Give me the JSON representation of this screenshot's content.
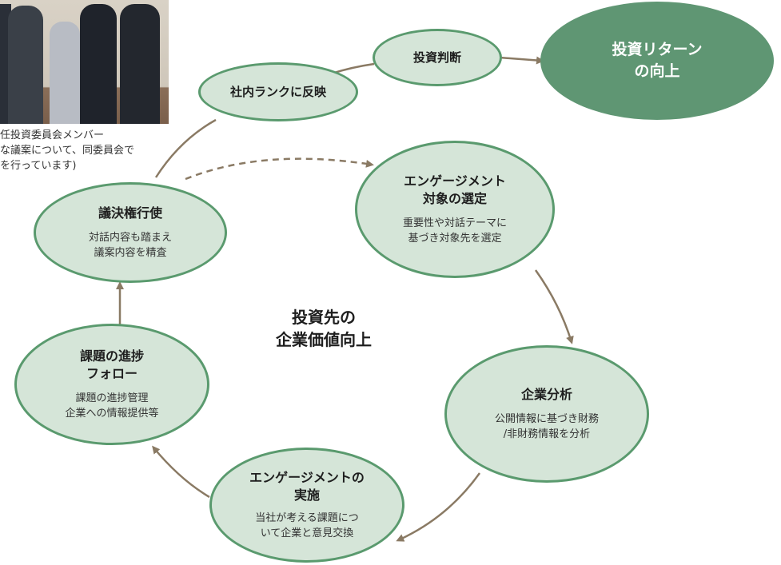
{
  "photo": {
    "caption_lines": [
      "任投資委員会メンバー",
      "な議案について、同委員会で",
      "を行っています)"
    ]
  },
  "nodes": {
    "rank": {
      "title": "社内ランクに反映"
    },
    "judgment": {
      "title": "投資判断"
    },
    "return": {
      "title": [
        "投資リターン",
        "の向上"
      ]
    },
    "engagement_select": {
      "title": [
        "エンゲージメント",
        "対象の選定"
      ],
      "desc": [
        "重要性や対話テーマに",
        "基づき対象先を選定"
      ]
    },
    "analysis": {
      "title": [
        "企業分析"
      ],
      "desc": [
        "公開情報に基づき財務",
        "/非財務情報を分析"
      ]
    },
    "engagement_exec": {
      "title": [
        "エンゲージメントの",
        "実施"
      ],
      "desc": [
        "当社が考える課題につ",
        "いて企業と意見交換"
      ]
    },
    "followup": {
      "title": [
        "課題の進捗",
        "フォロー"
      ],
      "desc": [
        "課題の進捗管理",
        "企業への情報提供等"
      ]
    },
    "voting": {
      "title": [
        "議決権行使"
      ],
      "desc": [
        "対話内容も踏まえ",
        "議案内容を精査"
      ]
    }
  },
  "center": {
    "lines": [
      "投資先の",
      "企業価値向上"
    ]
  },
  "colors": {
    "node_fill": "#d5e5d8",
    "node_border": "#5a9a6e",
    "result_fill": "#5f9673",
    "arrow": "#8a7a64"
  }
}
